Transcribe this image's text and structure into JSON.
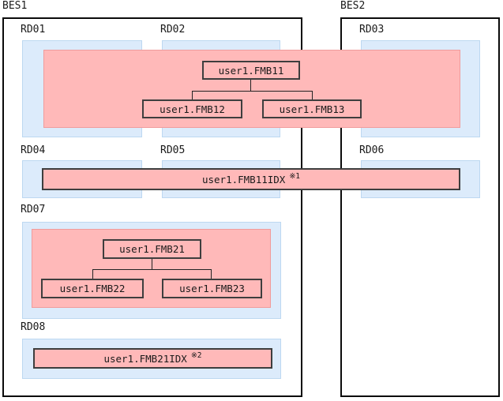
{
  "diagram": {
    "clusters": [
      {
        "label": "BES1"
      },
      {
        "label": "BES2"
      }
    ],
    "rdareas": [
      {
        "label": "RD01"
      },
      {
        "label": "RD02"
      },
      {
        "label": "RD03"
      },
      {
        "label": "RD04"
      },
      {
        "label": "RD05"
      },
      {
        "label": "RD06"
      },
      {
        "label": "RD07"
      },
      {
        "label": "RD08"
      }
    ],
    "tables": [
      {
        "label": "user1.FMB11"
      },
      {
        "label": "user1.FMB12"
      },
      {
        "label": "user1.FMB13"
      },
      {
        "label": "user1.FMB21"
      },
      {
        "label": "user1.FMB22"
      },
      {
        "label": "user1.FMB23"
      }
    ],
    "indexes": [
      {
        "label": "user1.FMB11IDX",
        "note": "※1"
      },
      {
        "label": "user1.FMB21IDX",
        "note": "※2"
      }
    ],
    "colors": {
      "rdarea_fill": "#dcebfb",
      "rdarea_border": "#bdd8f1",
      "table_region_fill": "#ffb9b9",
      "table_region_border": "#f09c9c",
      "box_border": "#3e3e3e",
      "cluster_border": "#0b0b0b",
      "text": "#1a1a1a"
    }
  }
}
